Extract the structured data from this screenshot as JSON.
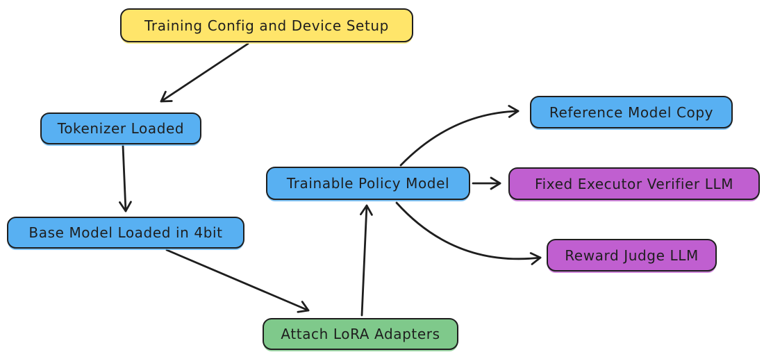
{
  "diagram": {
    "type": "flowchart",
    "nodes": [
      {
        "id": "training-config",
        "label": "Training Config and Device Setup",
        "color": "#ffe56a"
      },
      {
        "id": "tokenizer-loaded",
        "label": "Tokenizer Loaded",
        "color": "#58b0f2"
      },
      {
        "id": "base-model-4bit",
        "label": "Base Model Loaded in 4bit",
        "color": "#58b0f2"
      },
      {
        "id": "trainable-policy-model",
        "label": "Trainable Policy Model",
        "color": "#58b0f2"
      },
      {
        "id": "attach-lora-adapters",
        "label": "Attach LoRA Adapters",
        "color": "#7fc98b"
      },
      {
        "id": "reference-model-copy",
        "label": "Reference Model Copy",
        "color": "#58b0f2"
      },
      {
        "id": "fixed-executor-verifier-llm",
        "label": "Fixed Executor Verifier LLM",
        "color": "#c05fd0"
      },
      {
        "id": "reward-judge-llm",
        "label": "Reward Judge LLM",
        "color": "#c05fd0"
      }
    ],
    "edges": [
      {
        "from": "training-config",
        "to": "tokenizer-loaded"
      },
      {
        "from": "tokenizer-loaded",
        "to": "base-model-4bit"
      },
      {
        "from": "base-model-4bit",
        "to": "attach-lora-adapters"
      },
      {
        "from": "attach-lora-adapters",
        "to": "trainable-policy-model"
      },
      {
        "from": "trainable-policy-model",
        "to": "reference-model-copy"
      },
      {
        "from": "trainable-policy-model",
        "to": "fixed-executor-verifier-llm"
      },
      {
        "from": "trainable-policy-model",
        "to": "reward-judge-llm"
      }
    ],
    "colors": {
      "yellow": "#ffe56a",
      "blue": "#58b0f2",
      "green": "#7fc98b",
      "purple": "#c05fd0",
      "stroke": "#1e1e1e",
      "canvas": "#ffffff"
    }
  }
}
